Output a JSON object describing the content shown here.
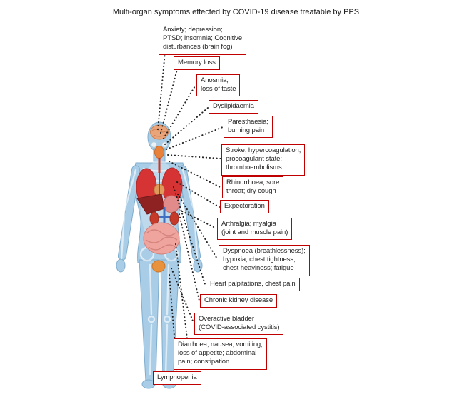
{
  "title": "Multi-organ symptoms effected by COVID-19 disease treatable by PPS",
  "labels": [
    {
      "id": "neuro-psych",
      "text": "Anxiety; depression;\nPTSD; insomnia; Cognitive\ndisturbances (brain fog)"
    },
    {
      "id": "memory-loss",
      "text": "Memory loss"
    },
    {
      "id": "anosmia",
      "text": "Anosmia;\nloss of taste"
    },
    {
      "id": "dyslipidaemia",
      "text": "Dyslipidaemia"
    },
    {
      "id": "paresthaesia",
      "text": "Paresthaesia;\nburning pain"
    },
    {
      "id": "stroke",
      "text": "Stroke; hypercoagulation;\nprocoagulant state;\nthromboembolisms"
    },
    {
      "id": "rhinorrhoea",
      "text": "Rhinorrhoea; sore\nthroat; dry cough"
    },
    {
      "id": "expectoration",
      "text": "Expectoration"
    },
    {
      "id": "arthralgia",
      "text": "Arthralgia; myalgia\n(joint and muscle pain)"
    },
    {
      "id": "dyspnoea",
      "text": "Dyspnoea (breathlessness);\nhypoxia; chest tightness,\nchest heaviness; fatigue"
    },
    {
      "id": "heart",
      "text": "Heart palpitations, chest pain"
    },
    {
      "id": "kidney",
      "text": "Chronic kidney disease"
    },
    {
      "id": "bladder",
      "text": "Overactive bladder\n(COVID-associated cystitis)"
    },
    {
      "id": "gastro",
      "text": "Diarrhoea; nausea; vomiting;\nloss of appetite; abdominal\npain; constipation"
    },
    {
      "id": "lymphopenia",
      "text": "Lymphopenia"
    }
  ],
  "colors": {
    "box_border": "#c00000",
    "text": "#262626",
    "connector": "#141414",
    "body_blue": "#a9cde6",
    "body_outline": "#7fadce",
    "organ_red": "#d63434"
  }
}
